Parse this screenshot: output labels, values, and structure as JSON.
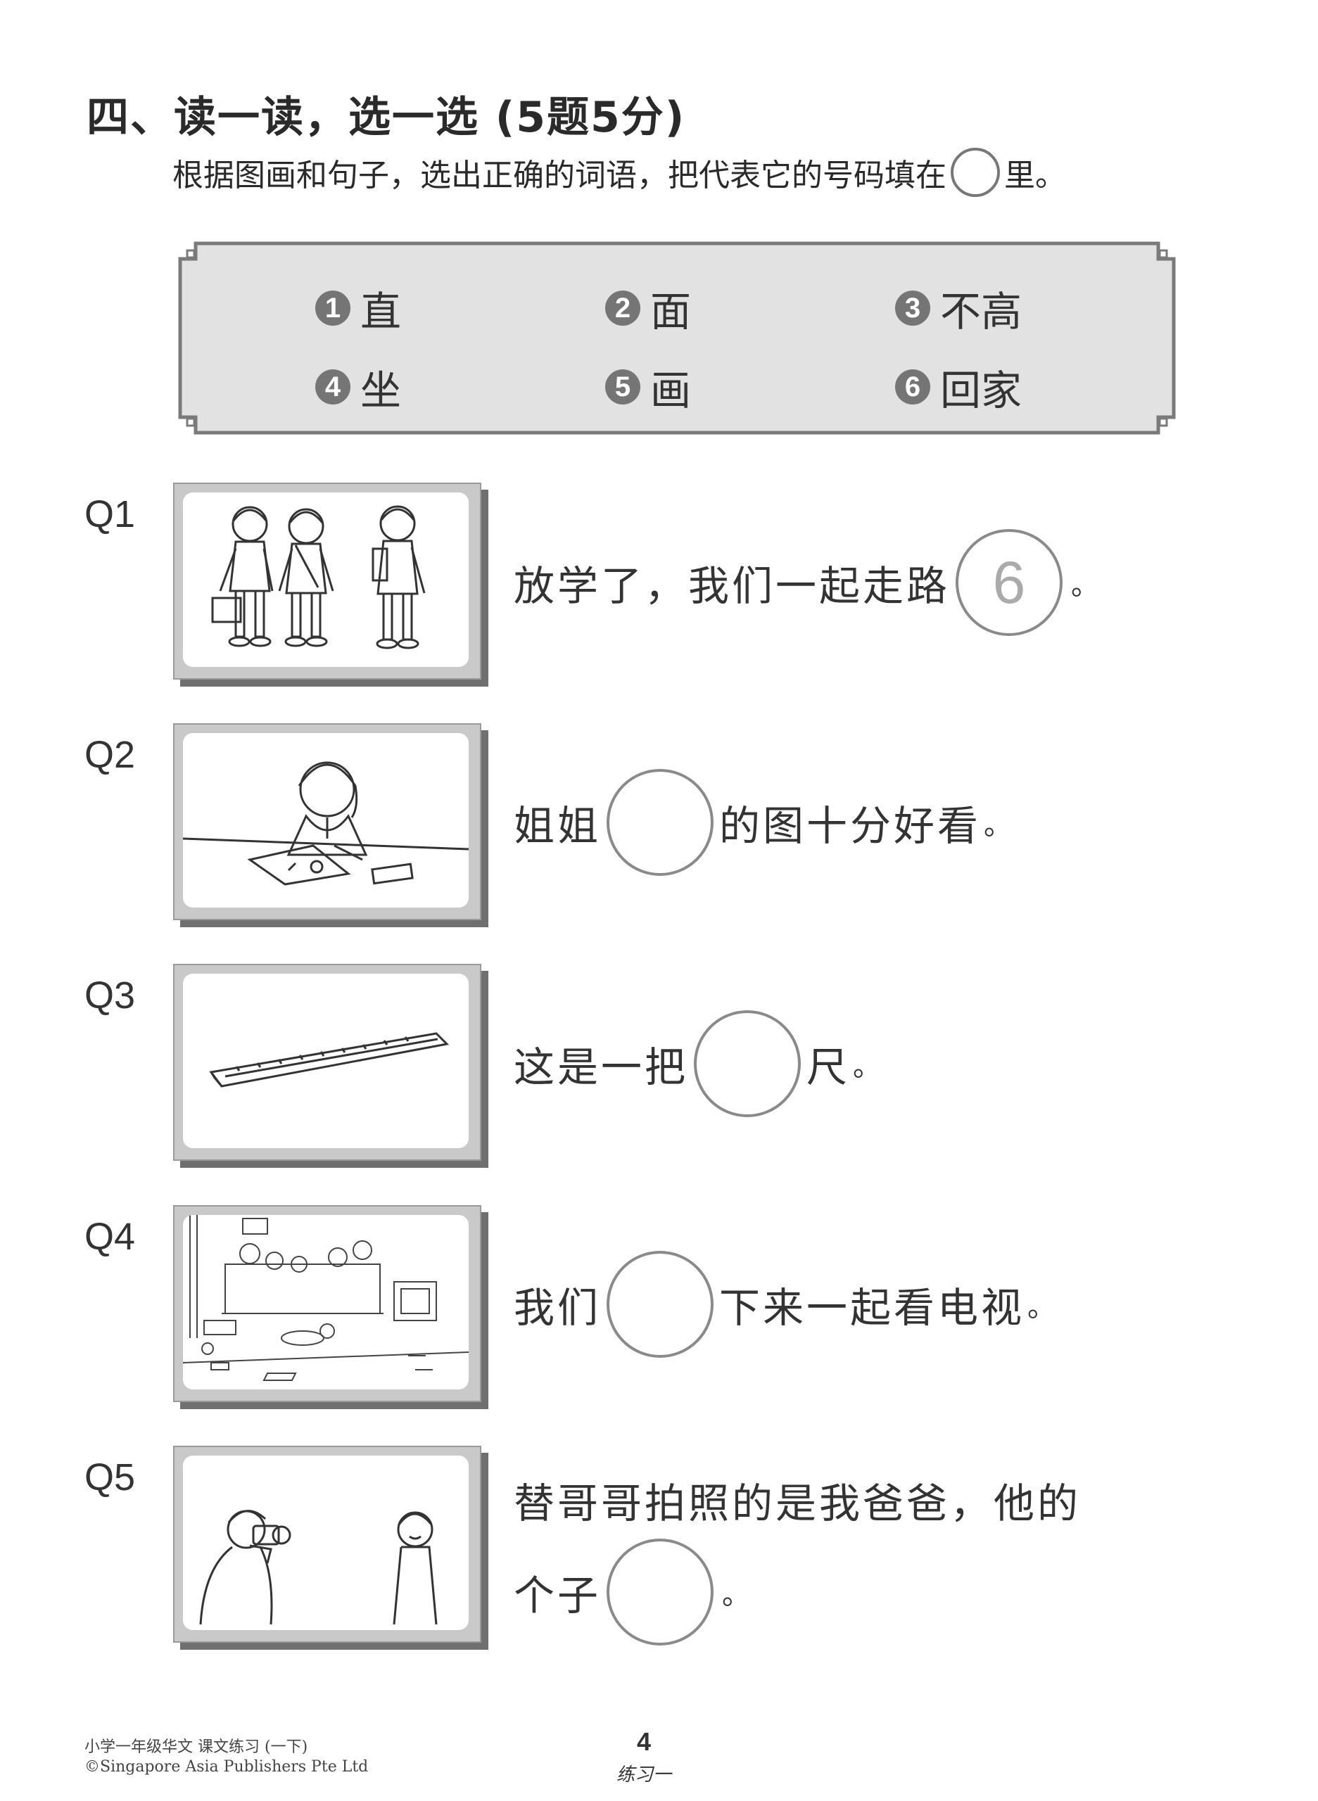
{
  "section": {
    "title": "四、读一读，选一选 (5题5分)",
    "instruction_before": "根据图画和句子，选出正确的词语，把代表它的号码填在",
    "instruction_after": "里。"
  },
  "word_bank": [
    {
      "num": "1",
      "word": "直"
    },
    {
      "num": "2",
      "word": "面"
    },
    {
      "num": "3",
      "word": "不高"
    },
    {
      "num": "4",
      "word": "坐"
    },
    {
      "num": "5",
      "word": "画"
    },
    {
      "num": "6",
      "word": "回家"
    }
  ],
  "questions": [
    {
      "label": "Q1",
      "before": "放学了，我们一起走路",
      "answer": "6",
      "after": "",
      "end": "。",
      "image": "three-schoolboys-walking"
    },
    {
      "label": "Q2",
      "before": "姐姐",
      "answer": "",
      "after": "的图十分好看",
      "end": "。",
      "image": "girl-drawing"
    },
    {
      "label": "Q3",
      "before": "这是一把",
      "answer": "",
      "after": "尺",
      "end": "。",
      "image": "ruler"
    },
    {
      "label": "Q4",
      "before": "我们",
      "answer": "",
      "after": "下来一起看电视",
      "end": "。",
      "image": "family-watching-tv"
    },
    {
      "label": "Q5",
      "line1": "替哥哥拍照的是我爸爸，他的",
      "before": "个子",
      "answer": "",
      "after": "",
      "end": "。",
      "image": "father-taking-photo"
    }
  ],
  "footer": {
    "book_title": "小学一年级华文 课文练习 (一下)",
    "copyright": "©Singapore Asia Publishers Pte Ltd",
    "page_number": "4",
    "exercise": "练习一"
  }
}
